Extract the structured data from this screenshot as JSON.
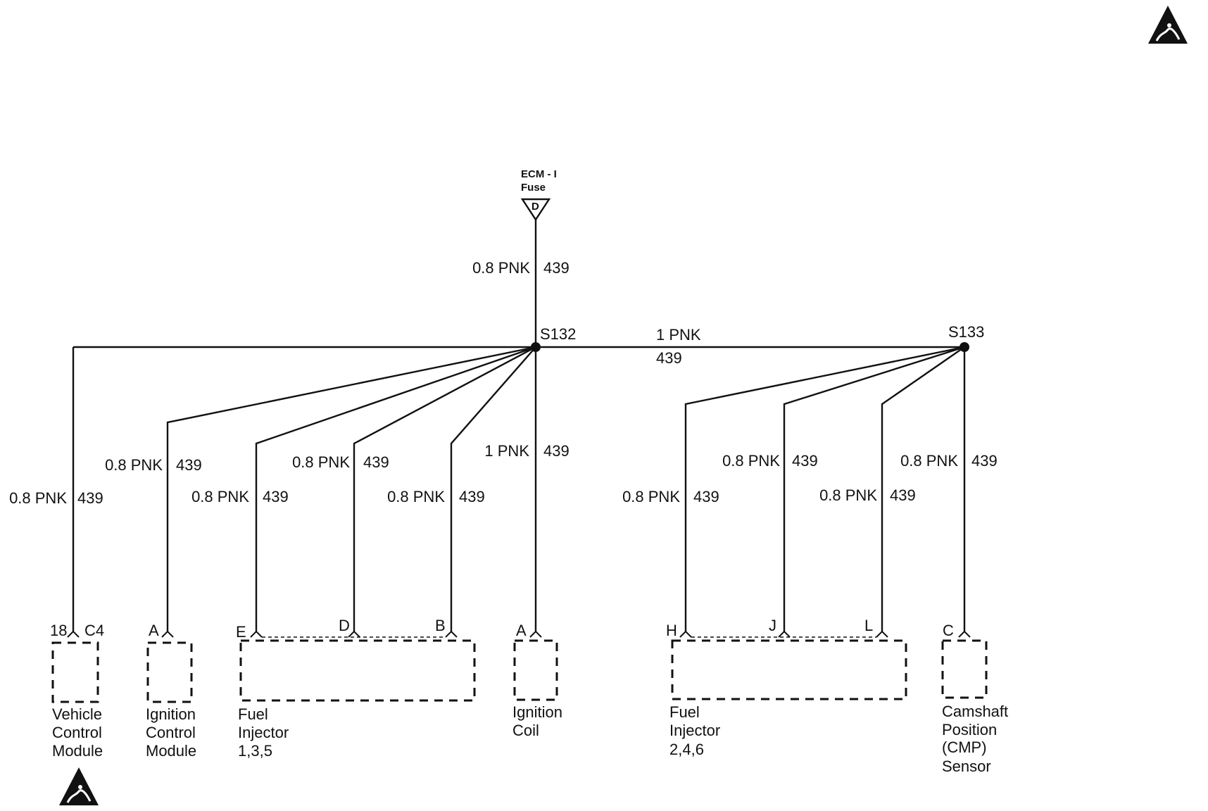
{
  "fuse": {
    "name": "ECM - I",
    "type": "Fuse",
    "letter": "D"
  },
  "splices": {
    "s132": "S132",
    "s133": "S133"
  },
  "wires": {
    "feed": {
      "size": "0.8 PNK",
      "circuit": "439"
    },
    "bus": {
      "size": "1 PNK",
      "circuit": "439"
    },
    "vcm": {
      "size": "0.8 PNK",
      "circuit": "439"
    },
    "icm": {
      "size": "0.8 PNK",
      "circuit": "439"
    },
    "inj135_e": {
      "size": "0.8 PNK",
      "circuit": "439"
    },
    "inj135_d": {
      "size": "0.8 PNK",
      "circuit": "439"
    },
    "inj135_b": {
      "size": "0.8 PNK",
      "circuit": "439"
    },
    "coil": {
      "size": "1 PNK",
      "circuit": "439"
    },
    "inj246_h": {
      "size": "0.8 PNK",
      "circuit": "439"
    },
    "inj246_j": {
      "size": "0.8 PNK",
      "circuit": "439"
    },
    "inj246_l": {
      "size": "0.8 PNK",
      "circuit": "439"
    },
    "cmp": {
      "size": "0.8 PNK",
      "circuit": "439"
    }
  },
  "pins": {
    "vcm_pin": "18",
    "vcm_conn": "C4",
    "icm": "A",
    "inj_e": "E",
    "inj_d": "D",
    "inj_b": "B",
    "coil": "A",
    "inj_h": "H",
    "inj_j": "J",
    "inj_l": "L",
    "cmp": "C"
  },
  "components": {
    "vcm": [
      "Vehicle",
      "Control",
      "Module"
    ],
    "icm": [
      "Ignition",
      "Control",
      "Module"
    ],
    "inj135": [
      "Fuel",
      "Injector",
      "1,3,5"
    ],
    "coil": [
      "Ignition",
      "Coil"
    ],
    "inj246": [
      "Fuel",
      "Injector",
      "2,4,6"
    ],
    "cmp": [
      "Camshaft",
      "Position",
      "(CMP)",
      "Sensor"
    ]
  },
  "icons": {
    "esd_top": "esd-warning-icon",
    "esd_bottom": "esd-warning-icon"
  }
}
